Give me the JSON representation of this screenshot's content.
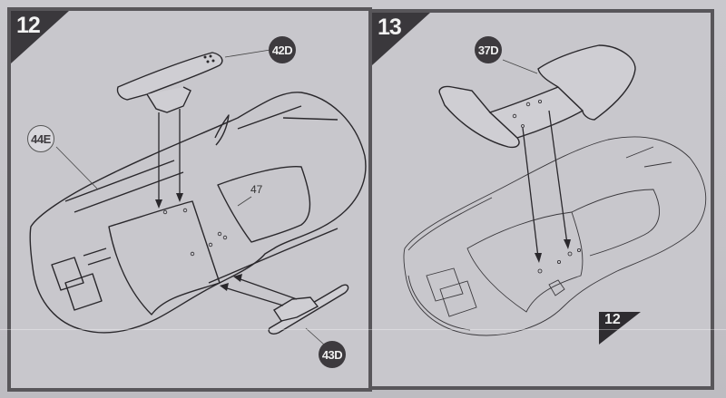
{
  "steps": [
    {
      "number": "12",
      "callouts": [
        {
          "id": "42D",
          "style": "dark",
          "part": "front wing/spoiler piece (top)"
        },
        {
          "id": "44E",
          "style": "light",
          "part": "car body"
        },
        {
          "id": "43D",
          "style": "dark",
          "part": "spoiler piece (side)"
        }
      ],
      "labels": [
        "47"
      ],
      "arrows": 4
    },
    {
      "number": "13",
      "callouts": [
        {
          "id": "37D",
          "style": "dark",
          "part": "rear wing"
        }
      ],
      "reference_marker": "12",
      "arrows": 2
    }
  ],
  "colors": {
    "paper": "#c8c7cc",
    "border": "#58565a",
    "badge": "#3a383c",
    "line": "#2a282c"
  }
}
